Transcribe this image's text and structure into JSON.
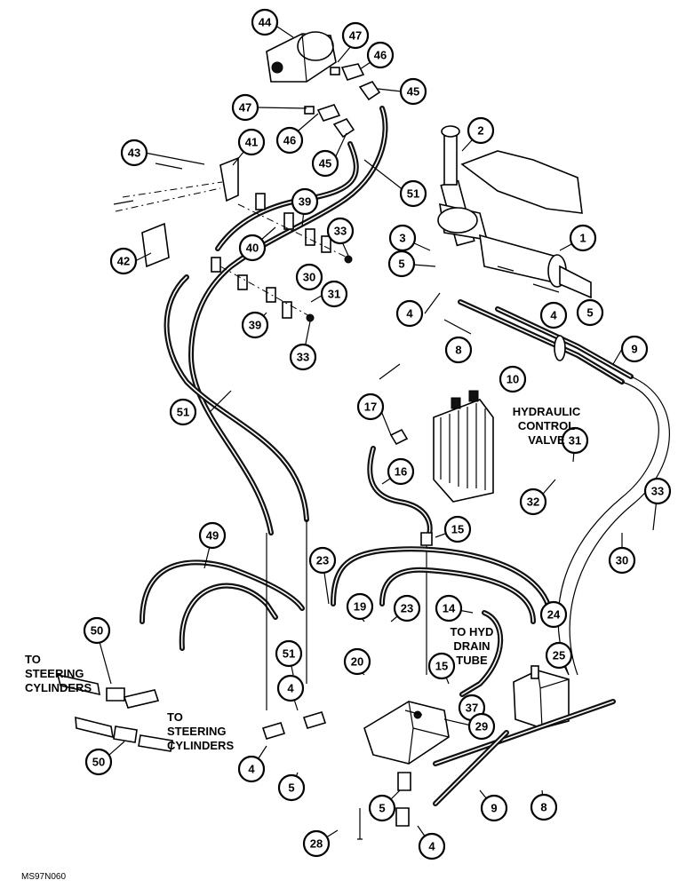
{
  "figure_code": "MS97N060",
  "labels": {
    "control_valve": [
      "HYDRAULIC",
      "CONTROL",
      "VALVE"
    ],
    "drain_tube": [
      "TO HYD",
      "DRAIN",
      "TUBE"
    ],
    "steering_left": [
      "TO",
      "STEERING",
      "CYLINDERS"
    ],
    "steering_mid": [
      "TO",
      "STEERING",
      "CYLINDERS"
    ]
  },
  "callouts": [
    "44",
    "47",
    "46",
    "45",
    "47",
    "46",
    "45",
    "2",
    "1",
    "43",
    "41",
    "51",
    "39",
    "40",
    "42",
    "33",
    "3",
    "5",
    "30",
    "31",
    "4",
    "4",
    "5",
    "39",
    "33",
    "8",
    "9",
    "10",
    "51",
    "17",
    "31",
    "32",
    "33",
    "16",
    "30",
    "15",
    "49",
    "23",
    "19",
    "23",
    "14",
    "24",
    "50",
    "51",
    "20",
    "25",
    "4",
    "15",
    "37",
    "29",
    "50",
    "4",
    "5",
    "5",
    "9",
    "8",
    "28",
    "4"
  ]
}
